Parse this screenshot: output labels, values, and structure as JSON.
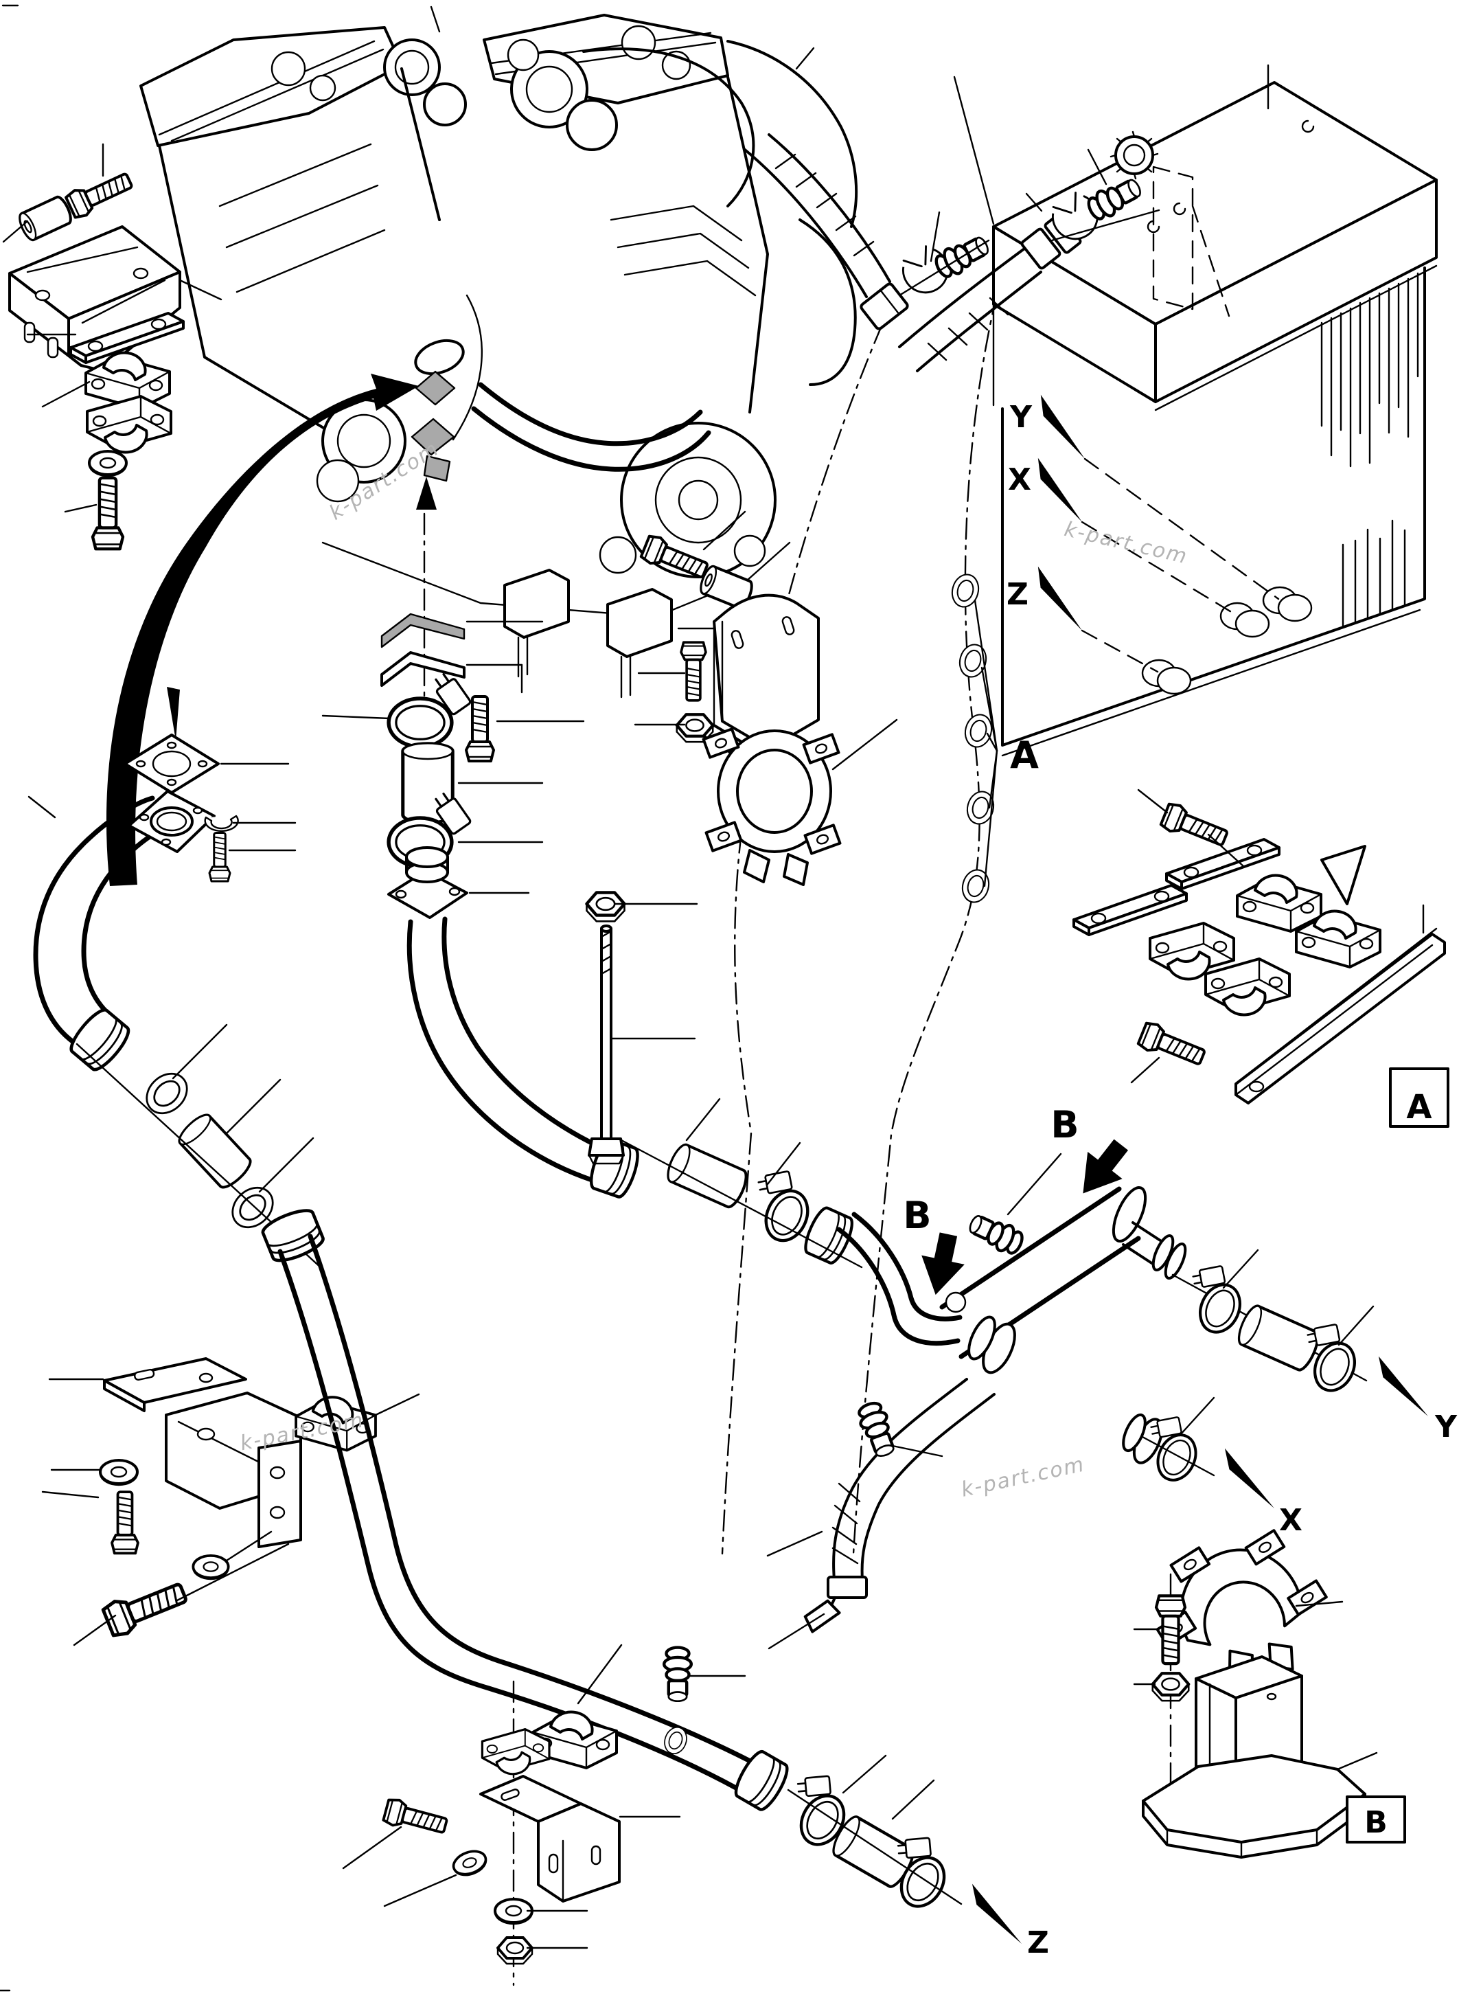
{
  "page": {
    "background": "#ffffff",
    "line_color": "#000000",
    "shaded_part_color": "#a9a9a9",
    "watermark_color": "#b4b4b4"
  },
  "callouts": {
    "top": {
      "y": "Y",
      "x": "X",
      "z": "Z"
    },
    "right": {
      "y": "Y",
      "x": "X"
    },
    "bottom": {
      "z": "Z"
    },
    "detail_a": {
      "pointer": "A",
      "box": "A"
    },
    "detail_b": {
      "pointer_left": "B",
      "pointer_right": "B",
      "box": "B"
    }
  },
  "watermarks": [
    {
      "text": "k-part.com"
    },
    {
      "text": "k-part.com"
    },
    {
      "text": "k-part.com"
    },
    {
      "text": "k-part.com"
    }
  ]
}
